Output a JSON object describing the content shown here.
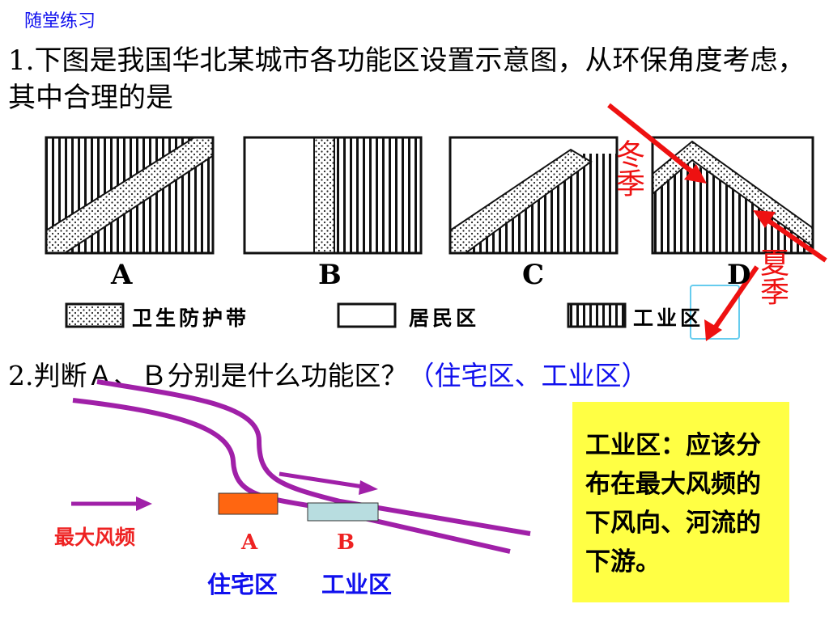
{
  "header": {
    "title": "随堂练习"
  },
  "question1": {
    "text": "1.下图是我国华北某城市各功能区设置示意图，从环保角度考虑，其中合理的是"
  },
  "diagrams": [
    {
      "label": "A"
    },
    {
      "label": "B"
    },
    {
      "label": "C"
    },
    {
      "label": "D"
    }
  ],
  "legend": {
    "items": [
      {
        "label": "卫生防护带"
      },
      {
        "label": "居民区"
      },
      {
        "label": "工业区"
      }
    ]
  },
  "seasons": {
    "winter": "冬季",
    "summer": "夏季"
  },
  "question2": {
    "text": "2.判断Ａ、Ｂ分别是什么功能区？",
    "answer": "（住宅区、工业区）"
  },
  "map": {
    "wind_label": "最大风频",
    "block_a_label": "A",
    "block_b_label": "B",
    "zone_a": "住宅区",
    "zone_b": "工业区"
  },
  "note": {
    "text": "工业区：应该分布在最大风频的下风向、河流的下游。"
  },
  "colors": {
    "header_blue": "#1010ee",
    "accent_red": "#ee1111",
    "river_purple": "#a020a8",
    "note_yellow": "#ffff44",
    "block_a": "#ff6611",
    "block_b": "#b8dde0"
  }
}
